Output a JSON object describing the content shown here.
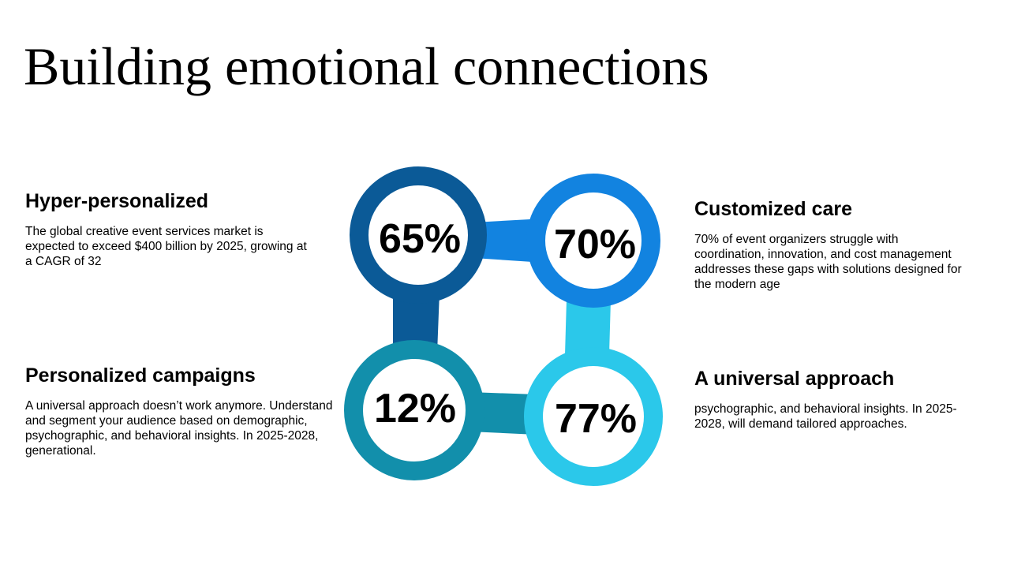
{
  "title": "Building emotional connections",
  "blocks": [
    {
      "heading": "Hyper-personalized",
      "text": "The global creative event services market is expected to exceed $400 billion by 2025, growing at a CAGR of 32"
    },
    {
      "heading": "Customized care",
      "text": "70% of event organizers struggle with coordination, innovation, and cost management addresses these gaps with solutions designed for the modern age"
    },
    {
      "heading": "Personalized campaigns",
      "text": "A universal approach doesn’t work anymore. Understand and segment your audience based on demographic, psychographic, and behavioral insights. In 2025-2028, generational."
    },
    {
      "heading": "A universal approach",
      "text": "psychographic, and behavioral insights. In 2025-2028, will demand tailored approaches."
    }
  ],
  "circles": [
    {
      "label": "65%",
      "color": "#0b5a97"
    },
    {
      "label": "70%",
      "color": "#1283e0"
    },
    {
      "label": "12%",
      "color": "#128fab"
    },
    {
      "label": "77%",
      "color": "#2bc8ea"
    }
  ]
}
